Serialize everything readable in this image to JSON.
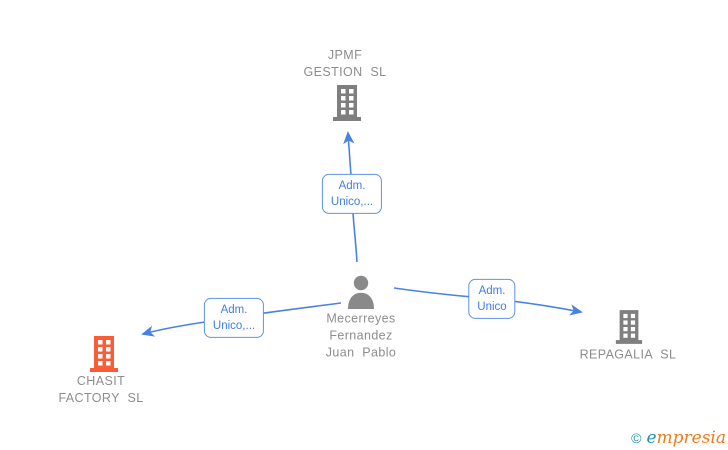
{
  "diagram": {
    "nodes": {
      "jpmf": {
        "type": "company",
        "line1": "JPMF",
        "line2": "GESTION SL",
        "icon": "building-icon",
        "icon_color": "#7f7f7f"
      },
      "person": {
        "type": "person",
        "line1": "Mecerreyes",
        "line2": "Fernandez",
        "line3": "Juan Pablo",
        "icon": "person-icon",
        "icon_color": "#8a8a8a"
      },
      "chasit": {
        "type": "company",
        "line1": "CHASIT",
        "line2": "FACTORY SL",
        "icon": "building-icon",
        "icon_color": "#f95d38"
      },
      "repagalia": {
        "type": "company",
        "line1": "REPAGALIA SL",
        "icon": "building-icon",
        "icon_color": "#7f7f7f"
      }
    },
    "edges": {
      "to_jpmf": {
        "label_line1": "Adm.",
        "label_line2": "Unico,..."
      },
      "to_chasit": {
        "label_line1": "Adm.",
        "label_line2": "Unico,..."
      },
      "to_repagalia": {
        "label_line1": "Adm.",
        "label_line2": "Unico"
      }
    },
    "colors": {
      "edge_blue": "#4a82e4",
      "label_border_blue": "#5e92e8",
      "label_text_blue": "#3f7de8",
      "node_gray": "#7f7f7f",
      "text_gray": "#8d8d8d",
      "company_orange": "#f95d38"
    }
  },
  "footer": {
    "copyright": "©",
    "brand_first_letter": "e",
    "brand_rest": "mpresia"
  }
}
